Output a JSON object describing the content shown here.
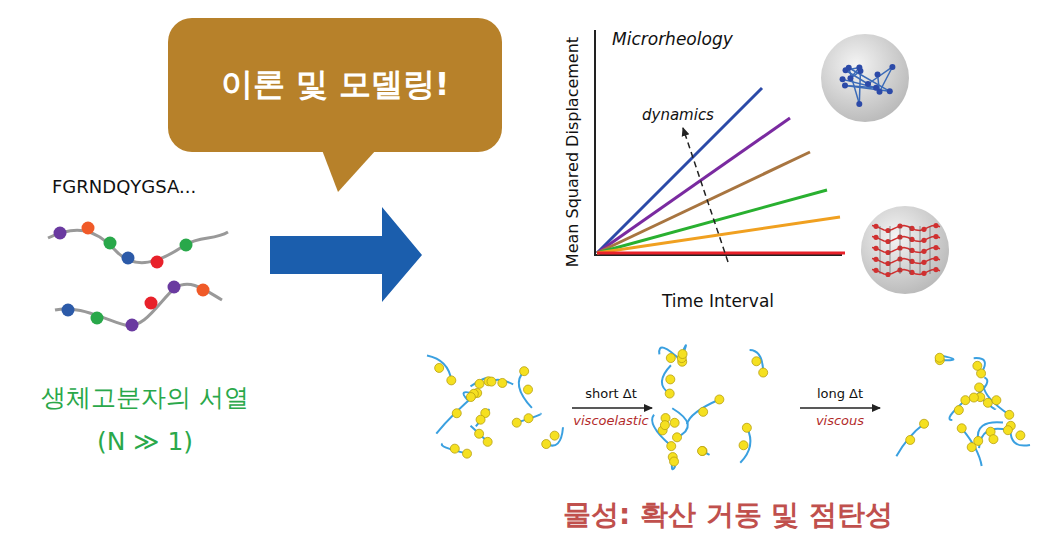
{
  "diagram": {
    "nodes": [
      {
        "text": [
          "이론 및 모델링!"
        ]
      }
    ],
    "labels": [
      "FGRNDQYGSA...",
      "생체고분자의 서열",
      "(N ≫ 1)",
      "Microrheology",
      "dynamics",
      "Mean Squared Displacement",
      "Time Interval",
      "short Δt",
      "viscoelastic",
      "long Δt",
      "viscous",
      "물성: 확산 거동 및 점탄성"
    ]
  }
}
